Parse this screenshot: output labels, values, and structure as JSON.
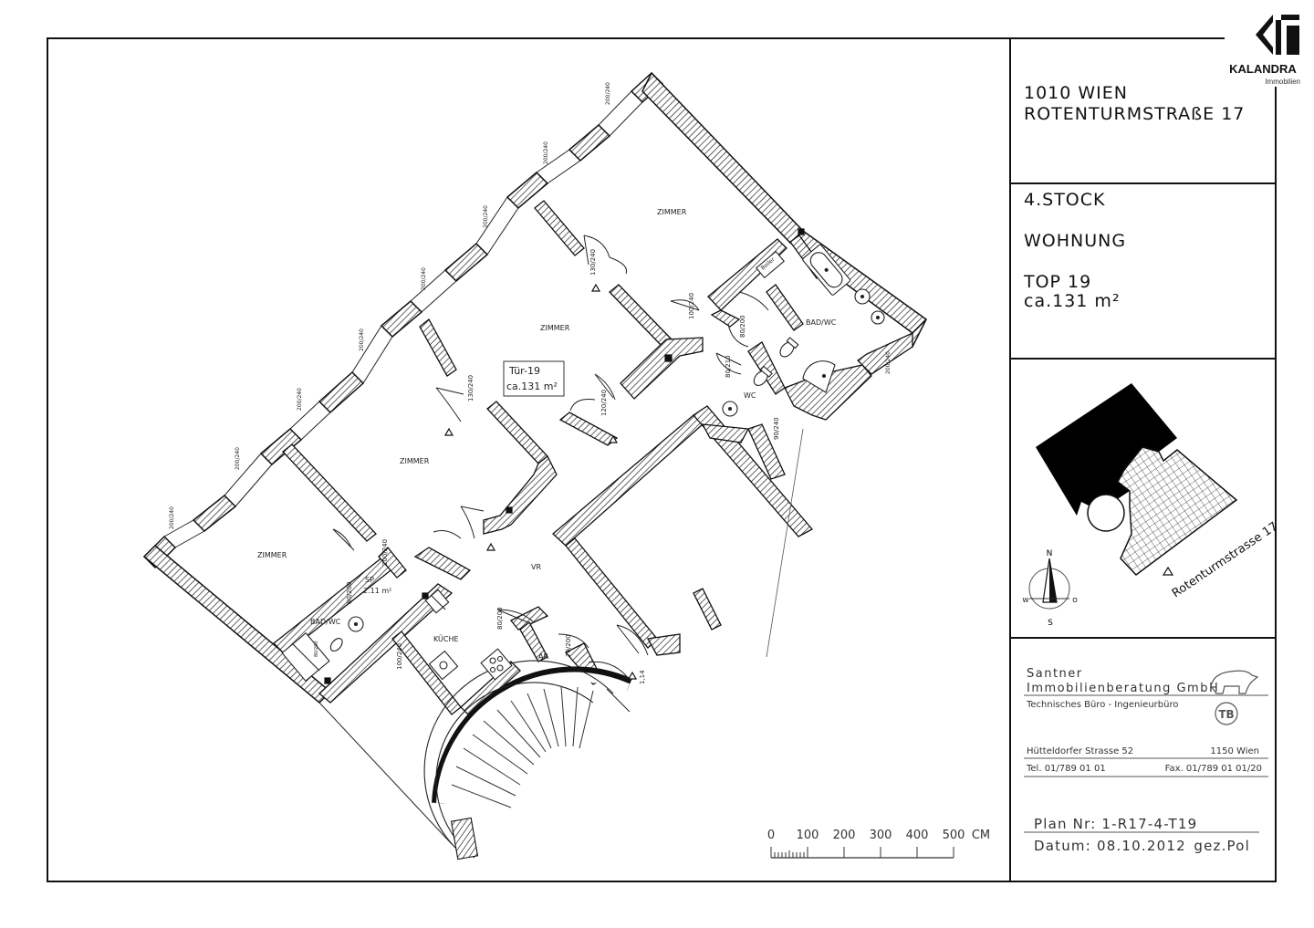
{
  "logo": {
    "brand": "KALANDRA",
    "sub": "Immobilien"
  },
  "address": {
    "line1": "1010 WIEN",
    "line2": "ROTENTURMSTRAßE 17"
  },
  "unit": {
    "floor": "4.STOCK",
    "type": "WOHNUNG",
    "top": "TOP 19",
    "area": "ca.131 m²"
  },
  "site": {
    "street_label": "Rotenturmstrasse 17",
    "compass": {
      "n": "N",
      "s": "S",
      "w": "W",
      "o": "O"
    }
  },
  "office": {
    "name1": "Santner",
    "name2": "Immobilienberatung GmbH",
    "subtitle": "Technisches Büro - Ingenieurbüro",
    "badge": "TB",
    "street": "Hütteldorfer Strasse 52",
    "city": "1150 Wien",
    "tel": "Tel. 01/789 01 01",
    "fax": "Fax. 01/789 01 01/20"
  },
  "plan": {
    "number": "Plan Nr: 1-R17-4-T19",
    "date": "Datum: 08.10.2012",
    "drawn": "gez.Pol"
  },
  "scale": {
    "ticks": [
      "0",
      "100",
      "200",
      "300",
      "400",
      "500"
    ],
    "unit": "CM"
  },
  "rooms": {
    "zimmer_1": "ZIMMER",
    "zimmer_2": "ZIMMER",
    "zimmer_3": "ZIMMER",
    "zimmer_4": "ZIMMER",
    "bad_wc_1": "BAD/WC",
    "bad_wc_2": "BAD/WC",
    "wc": "WC",
    "kueche": "KÜCHE",
    "vr": "VR",
    "ar": "AR",
    "sp": "SP",
    "sp_area": "2.11 m²",
    "boiler": "Boiler",
    "door_id": "Tür-19",
    "door_area": "ca.131 m²"
  },
  "dims": {
    "d130_240_a": "130/240",
    "d130_240_b": "130/240",
    "d100_240": "100/240",
    "d80_200_a": "80/200",
    "d80_200_b": "80/200",
    "d80_200_c": "80/200",
    "d70_200": "70/200",
    "d120_240": "120/240",
    "d90_240": "90/240",
    "d80_210": "80/210",
    "d100_240_b": "100/240",
    "d200_240": "200/240",
    "step": "1,14"
  },
  "windows": {
    "w1": "200/240",
    "w2": "200/240",
    "w3": "200/240",
    "w4": "200/240",
    "w5": "200/240",
    "w6": "200/240",
    "w7": "200/240",
    "w8": "200/240",
    "w9": "200/240",
    "w10": "80/200"
  }
}
